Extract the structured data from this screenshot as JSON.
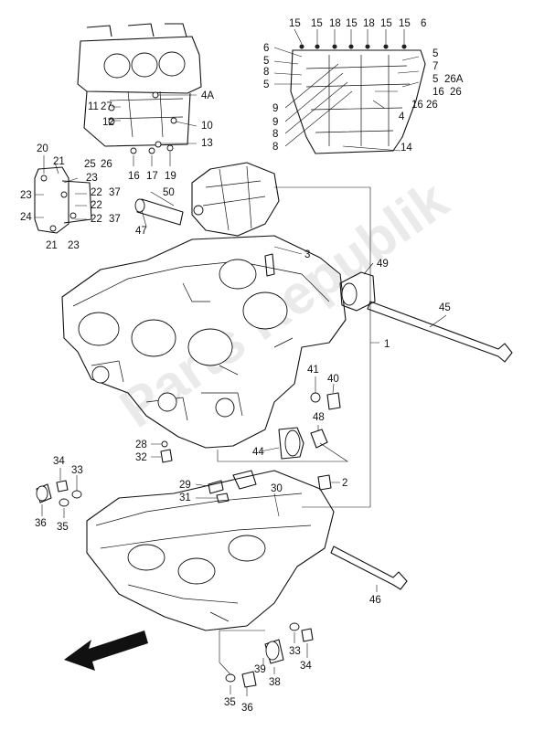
{
  "watermark": "Parts Republik",
  "callouts": [
    "15",
    "15",
    "18",
    "15",
    "18",
    "15",
    "15",
    "6",
    "6",
    "5",
    "5",
    "8",
    "8",
    "5",
    "7",
    "5",
    "26A",
    "16",
    "26",
    "9",
    "9",
    "8",
    "8",
    "4",
    "16",
    "26",
    "14",
    "4A",
    "11",
    "27",
    "12",
    "10",
    "13",
    "16",
    "17",
    "19",
    "20",
    "21",
    "25",
    "26",
    "23",
    "23",
    "22",
    "37",
    "22",
    "22",
    "37",
    "24",
    "21",
    "23",
    "50",
    "47",
    "3",
    "49",
    "45",
    "1",
    "41",
    "40",
    "48",
    "44",
    "28",
    "32",
    "29",
    "31",
    "30",
    "2",
    "34",
    "33",
    "36",
    "35",
    "46",
    "33",
    "34",
    "39",
    "38",
    "35",
    "36"
  ],
  "icons": {
    "arrow": "direction-arrow-icon"
  },
  "colors": {
    "line": "#111111",
    "background": "#ffffff",
    "watermark": "#d9d9d9"
  }
}
